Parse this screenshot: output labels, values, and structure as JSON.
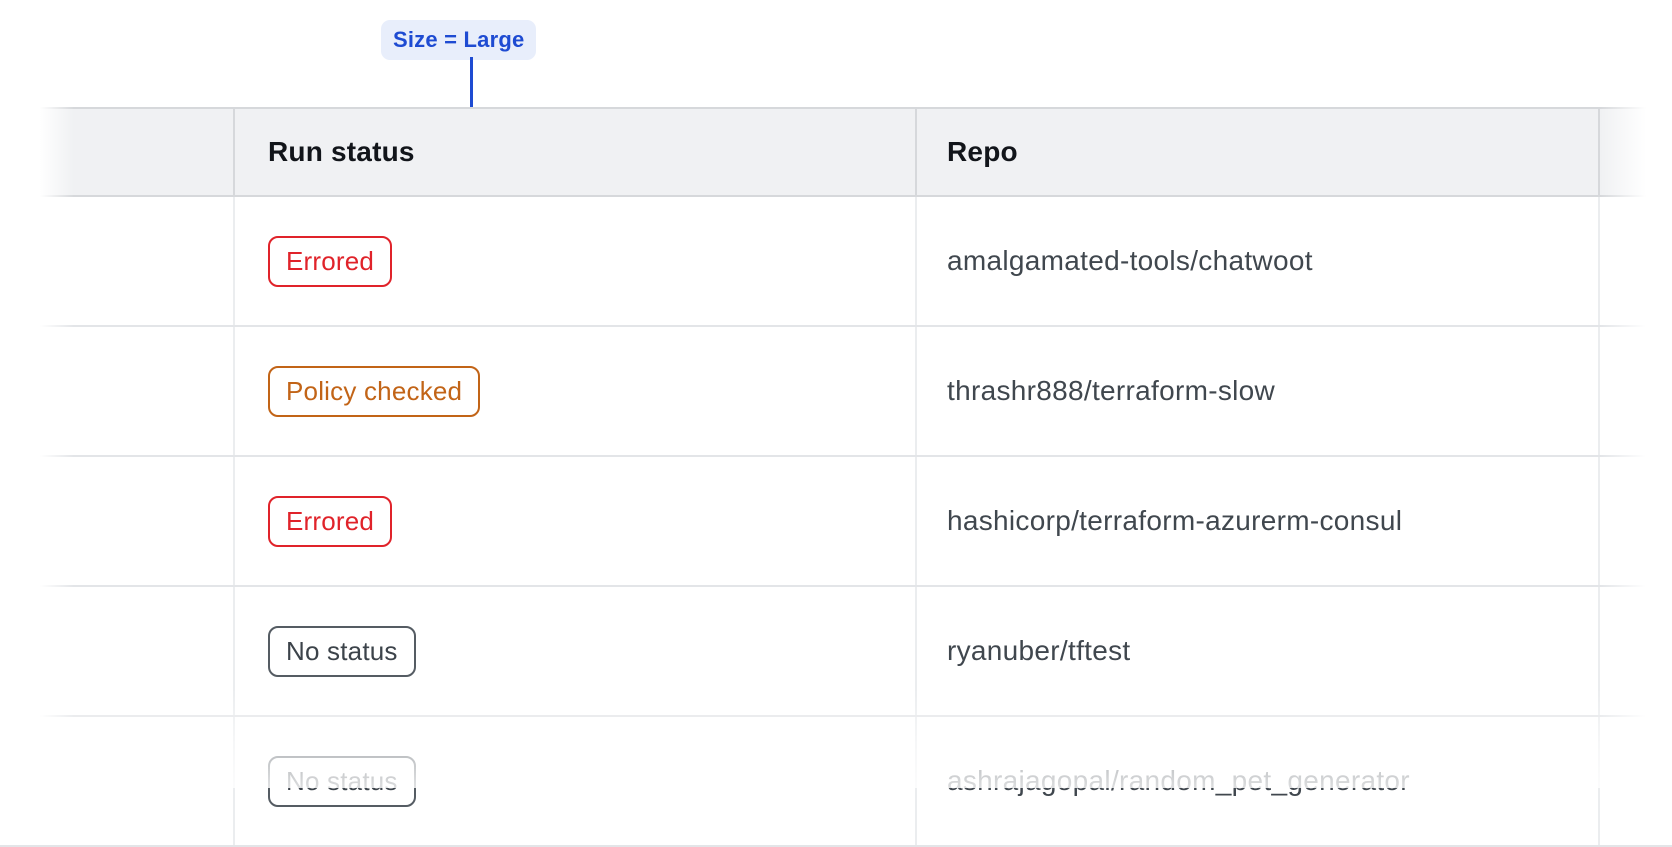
{
  "annotation": {
    "label": "Size = Large"
  },
  "table": {
    "columns": [
      {
        "label": "Run status"
      },
      {
        "label": "Repo"
      }
    ],
    "rows": [
      {
        "status": "Errored",
        "status_variant": "errored",
        "repo": "amalgamated-tools/chatwoot"
      },
      {
        "status": "Policy checked",
        "status_variant": "policy-checked",
        "repo": "thrashr888/terraform-slow"
      },
      {
        "status": "Errored",
        "status_variant": "errored",
        "repo": "hashicorp/terraform-azurerm-consul"
      },
      {
        "status": "No status",
        "status_variant": "no-status",
        "repo": "ryanuber/tftest"
      },
      {
        "status": "No status",
        "status_variant": "no-status",
        "repo": "ashrajagopal/random_pet_generator"
      }
    ]
  },
  "colors": {
    "accent_blue": "#1e4bd2",
    "annotation_bg": "#e8eefb",
    "errored_red": "#e0232a",
    "policy_orange": "#c26417",
    "neutral_border": "#555c63",
    "neutral_text": "#3c434a",
    "header_bg": "#f0f1f3",
    "header_text": "#12151a",
    "header_divider": "#d6d8db",
    "repo_text": "#40474e",
    "row_divider": "#e3e5e8",
    "cell_divider": "#ebedef"
  }
}
